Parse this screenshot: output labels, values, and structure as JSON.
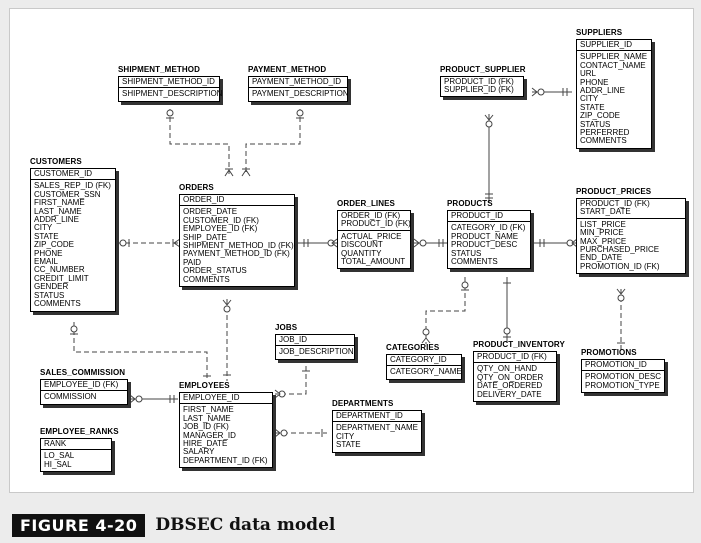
{
  "entities": {
    "suppliers": {
      "title": "SUPPLIERS",
      "key": [
        "SUPPLIER_ID"
      ],
      "attrs": [
        "SUPPLIER_NAME",
        "CONTACT_NAME",
        "URL",
        "PHONE",
        "ADDR_LINE",
        "CITY",
        "STATE",
        "ZIP_CODE",
        "STATUS",
        "PERFERRED",
        "COMMENTS"
      ]
    },
    "product_supplier": {
      "title": "PRODUCT_SUPPLIER",
      "key": [
        "PRODUCT_ID (FK)",
        "SUPPLIER_ID (FK)"
      ],
      "attrs": []
    },
    "shipment_method": {
      "title": "SHIPMENT_METHOD",
      "key": [
        "SHIPMENT_METHOD_ID"
      ],
      "attrs": [
        "SHIPMENT_DESCRIPTION"
      ]
    },
    "payment_method": {
      "title": "PAYMENT_METHOD",
      "key": [
        "PAYMENT_METHOD_ID"
      ],
      "attrs": [
        "PAYMENT_DESCRIPTION"
      ]
    },
    "customers": {
      "title": "CUSTOMERS",
      "key": [
        "CUSTOMER_ID"
      ],
      "attrs": [
        "SALES_REP_ID (FK)",
        "CUSTOMER_SSN",
        "FIRST_NAME",
        "LAST_NAME",
        "ADDR_LINE",
        "CITY",
        "STATE",
        "ZIP_CODE",
        "PHONE",
        "EMAIL",
        "CC_NUMBER",
        "CREDIT_LIMIT",
        "GENDER",
        "STATUS",
        "COMMENTS"
      ]
    },
    "orders": {
      "title": "ORDERS",
      "key": [
        "ORDER_ID"
      ],
      "attrs": [
        "ORDER_DATE",
        "CUSTOMER_ID (FK)",
        "EMPLOYEE_ID (FK)",
        "SHIP_DATE",
        "SHIPMENT_METHOD_ID (FK)",
        "PAYMENT_METHOD_ID (FK)",
        "PAID",
        "ORDER_STATUS",
        "COMMENTS"
      ]
    },
    "order_lines": {
      "title": "ORDER_LINES",
      "key": [
        "ORDER_ID (FK)",
        "PRODUCT_ID (FK)"
      ],
      "attrs": [
        "ACTUAL_PRICE",
        "DISCOUNT",
        "QUANTITY",
        "TOTAL_AMOUNT"
      ]
    },
    "products": {
      "title": "PRODUCTS",
      "key": [
        "PRODUCT_ID"
      ],
      "attrs": [
        "CATEGORY_ID (FK)",
        "PRODUCT_NAME",
        "PRODUCT_DESC",
        "STATUS",
        "COMMENTS"
      ]
    },
    "product_prices": {
      "title": "PRODUCT_PRICES",
      "key": [
        "PRODUCT_ID (FK)",
        "START_DATE"
      ],
      "attrs": [
        "LIST_PRICE",
        "MIN_PRICE",
        "MAX_PRICE",
        "PURCHASED_PRICE",
        "END_DATE",
        "PROMOTION_ID (FK)"
      ]
    },
    "jobs": {
      "title": "JOBS",
      "key": [
        "JOB_ID"
      ],
      "attrs": [
        "JOB_DESCRIPTION"
      ]
    },
    "categories": {
      "title": "CATEGORIES",
      "key": [
        "CATEGORY_ID"
      ],
      "attrs": [
        "CATEGORY_NAME"
      ]
    },
    "product_inventory": {
      "title": "PRODUCT_INVENTORY",
      "key": [
        "PRODUCT_ID (FK)"
      ],
      "attrs": [
        "QTY_ON_HAND",
        "QTY_ON_ORDER",
        "DATE_ORDERED",
        "DELIVERY_DATE"
      ]
    },
    "promotions": {
      "title": "PROMOTIONS",
      "key": [
        "PROMOTION_ID"
      ],
      "attrs": [
        "PROMOTION_DESC",
        "PROMOTION_TYPE"
      ]
    },
    "sales_commission": {
      "title": "SALES_COMMISSION",
      "key": [
        "EMPLOYEE_ID (FK)"
      ],
      "attrs": [
        "COMMISSION"
      ]
    },
    "employees": {
      "title": "EMPLOYEES",
      "key": [
        "EMPLOYEE_ID"
      ],
      "attrs": [
        "FIRST_NAME",
        "LAST_NAME",
        "JOB_ID (FK)",
        "MANAGER_ID",
        "HIRE_DATE",
        "SALARY",
        "DEPARTMENT_ID (FK)"
      ]
    },
    "departments": {
      "title": "DEPARTMENTS",
      "key": [
        "DEPARTMENT_ID"
      ],
      "attrs": [
        "DEPARTMENT_NAME",
        "CITY",
        "STATE"
      ]
    },
    "employee_ranks": {
      "title": "EMPLOYEE_RANKS",
      "key": [
        "RANK"
      ],
      "attrs": [
        "LO_SAL",
        "HI_SAL"
      ]
    }
  },
  "caption": {
    "figure": "FIGURE 4-20",
    "title": "DBSEC data model"
  }
}
